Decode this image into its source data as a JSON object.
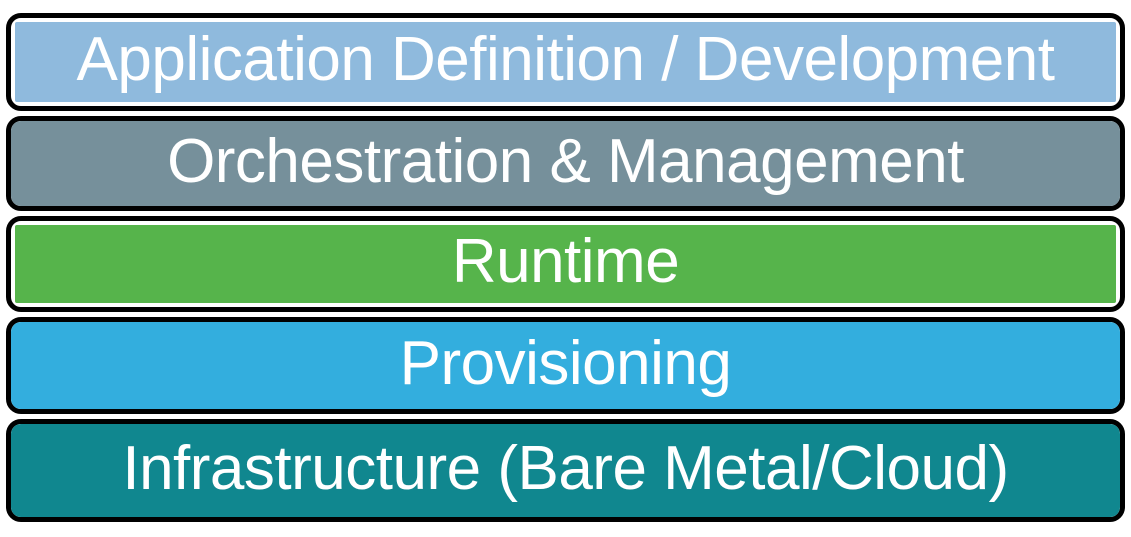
{
  "diagram": {
    "kind": "stacked-layer-diagram",
    "border_color": "#000000",
    "text_color": "#ffffff",
    "background_color": "#ffffff"
  },
  "layers": [
    {
      "label": "Application Definition / Development",
      "color": "#8fbadd"
    },
    {
      "label": "Orchestration & Management",
      "color": "#76909b"
    },
    {
      "label": "Runtime",
      "color": "#56b44b"
    },
    {
      "label": "Provisioning",
      "color": "#33aede"
    },
    {
      "label": "Infrastructure (Bare Metal/Cloud)",
      "color": "#10878f"
    }
  ]
}
